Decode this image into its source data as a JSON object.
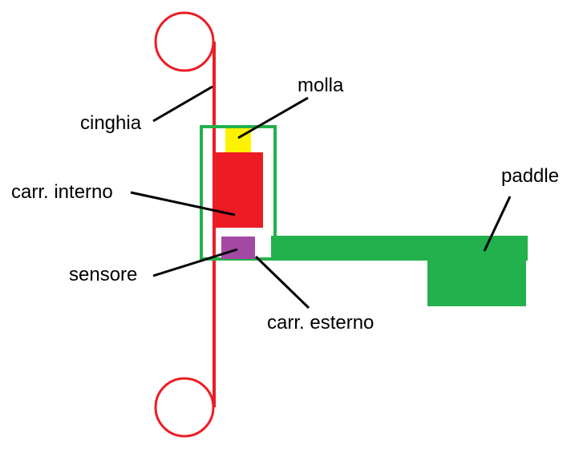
{
  "labels": {
    "molla": "molla",
    "cinghia": "cinghia",
    "carr_interno": "carr. interno",
    "paddle": "paddle",
    "sensore": "sensore",
    "carr_esterno": "carr. esterno"
  },
  "colors": {
    "belt": "#ed1c24",
    "spring": "#fff200",
    "inner_carriage": "#ed1c24",
    "sensor": "#a349a4",
    "outer_carriage": "#22b14c",
    "paddle": "#22b14c",
    "leader": "#000000",
    "background": "#ffffff"
  }
}
